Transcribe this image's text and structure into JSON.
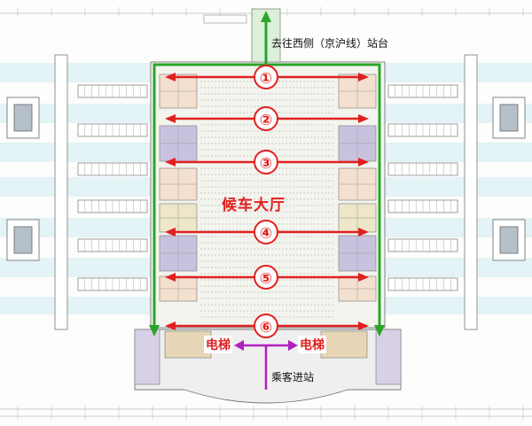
{
  "labels": {
    "destination": "去往西侧（京沪线）站台",
    "hall": "候车大厅",
    "elevator_left": "电梯",
    "elevator_right": "电梯",
    "entry": "乘客进站"
  },
  "zone_markers": [
    "①",
    "②",
    "③",
    "④",
    "⑤",
    "⑥"
  ],
  "colors": {
    "accent_red": "#e02020",
    "flow_green": "#2aa52a",
    "entry_purple": "#b020c0",
    "track_band": "#e3f3f6"
  }
}
